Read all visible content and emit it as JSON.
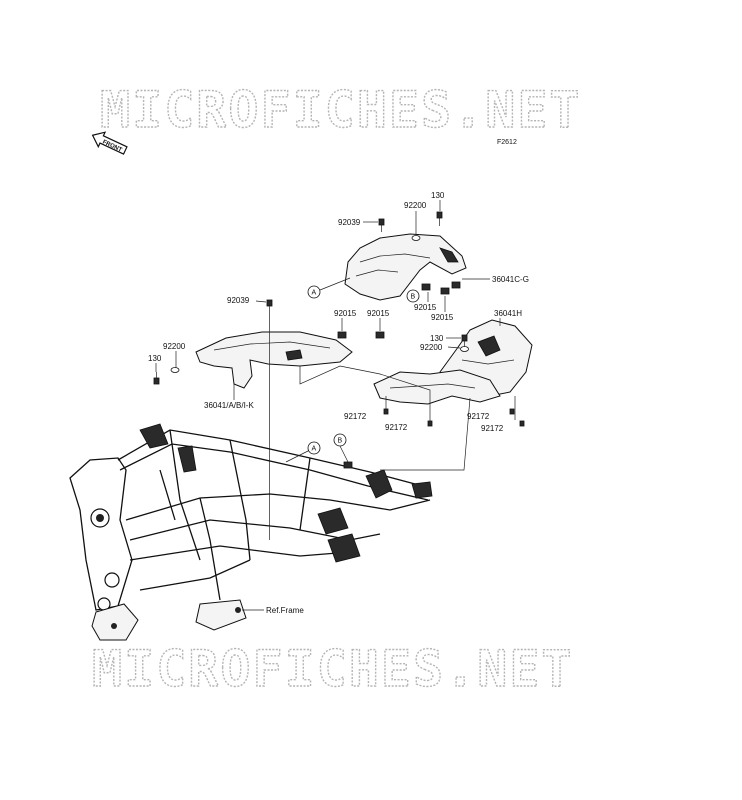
{
  "watermark": "MICROFICHES.NET",
  "figure_code": "F2612",
  "front_arrow": "FRONT",
  "callout_a": "A",
  "callout_b": "B",
  "part_labels": {
    "p130_top": "130",
    "p92200_top": "92200",
    "p92039_top": "92039",
    "p36041cg": "36041C-G",
    "p92015_b1": "92015",
    "p92015_b2": "92015",
    "p92039_left": "92039",
    "p92015_l1": "92015",
    "p92015_l2": "92015",
    "p36041h": "36041H",
    "p130_mid": "130",
    "p92200_mid": "92200",
    "p92200_left": "92200",
    "p130_left": "130",
    "p36041abik": "36041/A/B/I-K",
    "p92172_1": "92172",
    "p92172_2": "92172",
    "p92172_3": "92172",
    "p92172_4": "92172",
    "ref_frame": "Ref.Frame"
  },
  "colors": {
    "line": "#111111",
    "watermark": "#b5b5b5",
    "background": "#ffffff"
  },
  "icons": [
    "front-arrow-icon",
    "bolt-icon",
    "washer-icon",
    "clip-nut-icon"
  ]
}
